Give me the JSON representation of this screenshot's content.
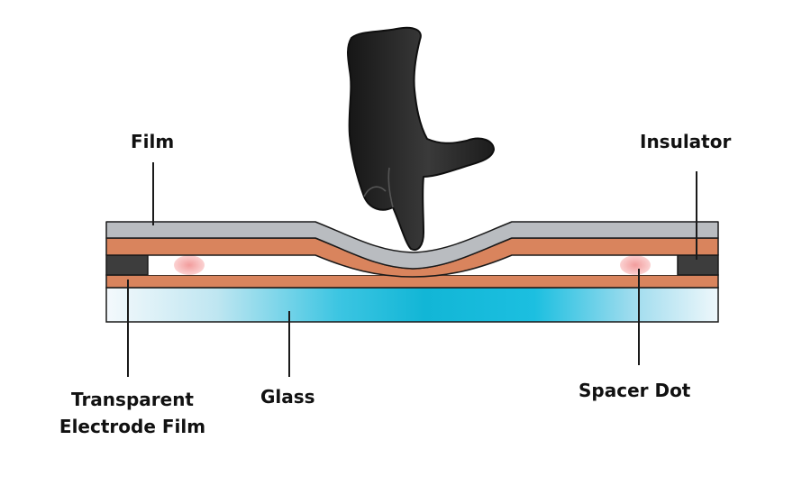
{
  "labels": {
    "film": "Film",
    "insulator": "Insulator",
    "transparent_electrode_film_line1": "Transparent",
    "transparent_electrode_film_line2": "Electrode Film",
    "glass": "Glass",
    "spacer_dot": "Spacer Dot"
  },
  "colors": {
    "film": "#b9bcc0",
    "electrode": "#d9845d",
    "insulator": "#3d3d3d",
    "spacer_dot": "#f6b3b3",
    "glass_edge": "#eef6fa",
    "glass_center": "#0fb8d8",
    "finger": "#222222",
    "outline": "#1a1a1a"
  },
  "icons": {
    "pointer": "pointing-finger-icon"
  }
}
